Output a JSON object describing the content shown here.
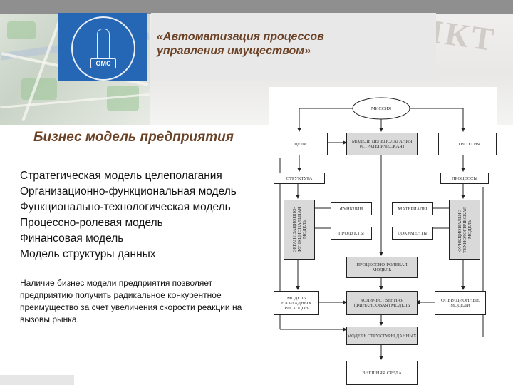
{
  "header": {
    "title": "«Автоматизация процессов управления имуществом»",
    "watermark": "НКТ",
    "logo_text": "ОМС"
  },
  "main": {
    "subtitle": "Бизнес модель предприятия",
    "models": [
      "Стратегическая модель целеполагания",
      "Организационно-функциональная модель",
      "Функционально-технологическая модель",
      "Процессно-ролевая модель",
      "Финансовая модель",
      "Модель структуры данных"
    ],
    "description": "Наличие бизнес модели предприятия позволяет предприятию получить радикальное конкурентное преимущество за счет увеличения скорости реакции на вызовы рынка."
  },
  "diagram": {
    "mission": "МИССИЯ",
    "goals": "ЦЕЛИ",
    "goal_model": "МОДЕЛЬ ЦЕЛЕПОЛАГАНИЯ (СТРАТЕГИЧЕСКАЯ)",
    "strategy": "СТРАТЕГИЯ",
    "structure": "СТРУКТУРА",
    "processes": "ПРОЦЕССЫ",
    "org_func_model": "ОРГАНИЗАЦИОННО-ФУНКЦИОНАЛЬНАЯ МОДЕЛЬ",
    "func_tech_model": "ФУНКЦИОНАЛЬНО-ТЕХНОЛОГИЧЕСКАЯ МОДЕЛЬ",
    "functions": "ФУНКЦИИ",
    "materials": "МАТЕРИАЛЫ",
    "products": "ПРОДУКТЫ",
    "documents": "ДОКУМЕНТЫ",
    "process_role_model": "ПРОЦЕССНО-РОЛЕВАЯ МОДЕЛЬ",
    "overhead_model": "МОДЕЛЬ НАКЛАДНЫХ РАСХОДОВ",
    "quantitative_model": "КОЛИЧЕСТВЕННАЯ (ФИНАНСОВАЯ) МОДЕЛЬ",
    "operational_models": "ОПЕРАЦИОННЫЕ МОДЕЛИ",
    "data_structure_model": "МОДЕЛЬ СТРУКТУРЫ ДАННЫХ",
    "external_env": "ВНЕШНЯЯ СРЕДА"
  }
}
